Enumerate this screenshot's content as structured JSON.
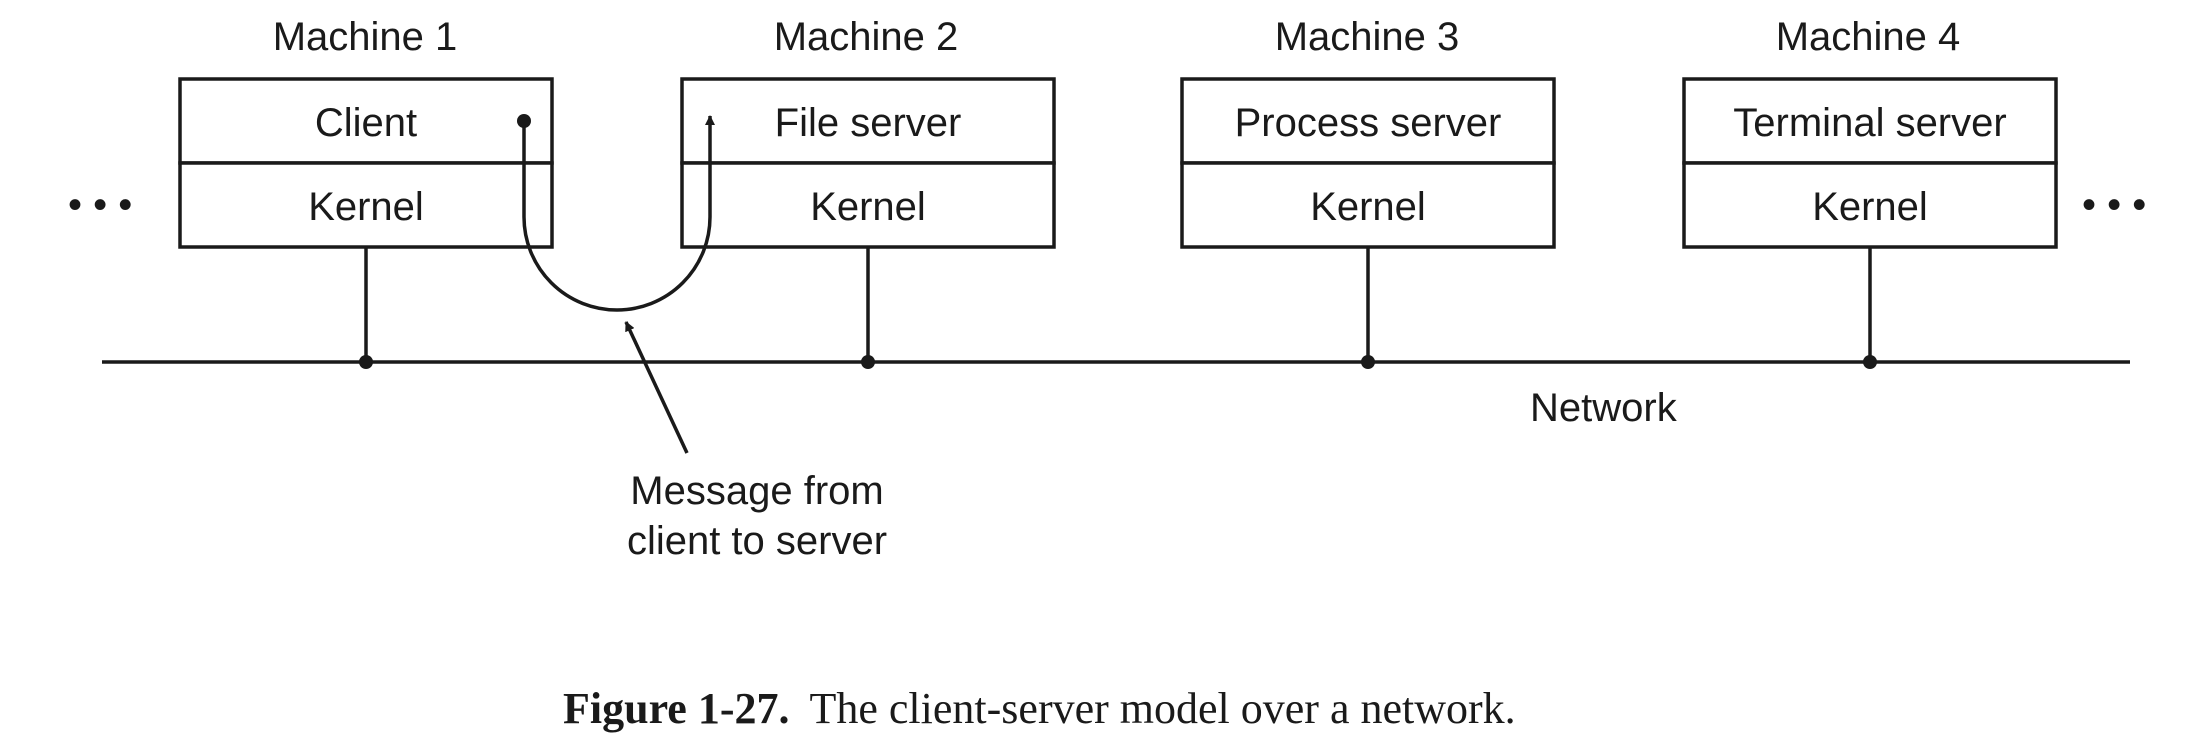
{
  "machines": [
    {
      "title": "Machine 1",
      "upper": "Client",
      "lower": "Kernel"
    },
    {
      "title": "Machine 2",
      "upper": "File server",
      "lower": "Kernel"
    },
    {
      "title": "Machine 3",
      "upper": "Process server",
      "lower": "Kernel"
    },
    {
      "title": "Machine 4",
      "upper": "Terminal server",
      "lower": "Kernel"
    }
  ],
  "ellipsis": "• • •",
  "network_label": "Network",
  "message_label": [
    "Message from",
    "client to server"
  ],
  "caption": {
    "number": "Figure 1-27.",
    "text": "The client-server model over a network."
  }
}
